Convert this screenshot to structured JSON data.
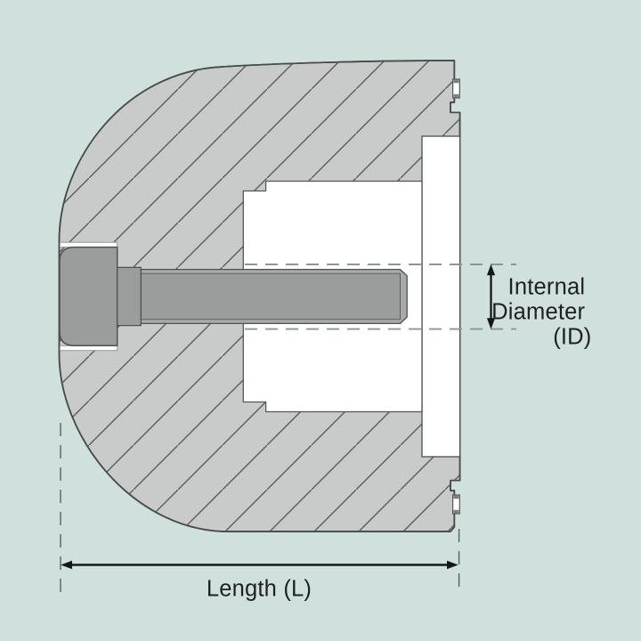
{
  "diagram": {
    "type": "engineering-cross-section",
    "subject": "buffer-with-bolt-cross-section",
    "labels": {
      "internal_diameter_line1": "Internal",
      "internal_diameter_line2": "Diameter",
      "internal_diameter_line3": "(ID)",
      "length": "Length (L)"
    },
    "colors": {
      "background": "#cfe0dd",
      "body_fill": "#c9cbca",
      "hatch_line": "#5a5e5d",
      "outline": "#474b4d",
      "white_part": "#ffffff",
      "part_edge": "#53575a",
      "bolt_fill": "#9b9d9c",
      "bolt_thread_band": "#a8aaa9",
      "bolt_outline": "#4d5153",
      "id_dash": "#8e9694",
      "extension_dash": "#5c6061",
      "annotation": "#15181a",
      "label_text": "#1d2121"
    }
  }
}
